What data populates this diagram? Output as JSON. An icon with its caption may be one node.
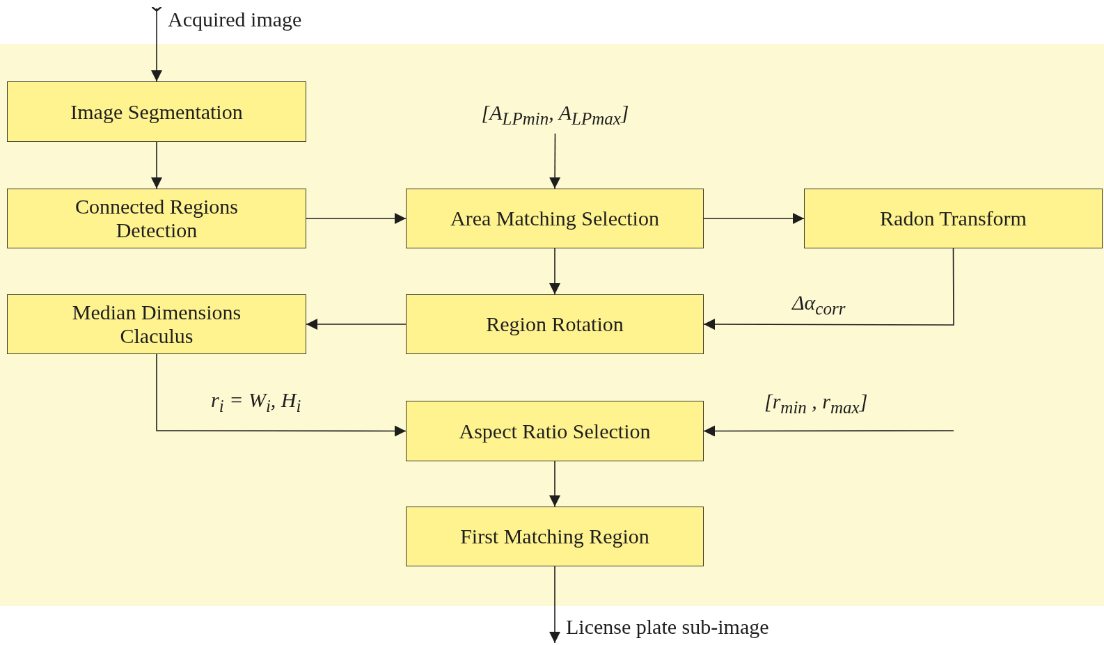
{
  "diagram": {
    "nodes": [
      {
        "text": [
          "Acquired image"
        ]
      },
      {
        "text": [
          "Image Segmentation"
        ]
      },
      {
        "text": [
          "Connected Regions Detection"
        ]
      },
      {
        "text": [
          "[A$_{LPmin}$, A$_{LPmax}$]"
        ]
      },
      {
        "text": [
          "Area Matching Selection"
        ]
      },
      {
        "text": [
          "Radon Transform"
        ]
      },
      {
        "text": [
          "Median Dimensions Claculus"
        ]
      },
      {
        "text": [
          "Region Rotation"
        ]
      },
      {
        "text": [
          "Aspect Ratio Selection"
        ]
      },
      {
        "text": [
          "First Matching Region"
        ]
      },
      {
        "text": [
          "License plate sub-image"
        ]
      }
    ],
    "edges": [
      {
        "from": 0,
        "to": 1,
        "arrow": "to"
      },
      {
        "from": 1,
        "to": 2,
        "arrow": "to"
      },
      {
        "from": 2,
        "to": 4,
        "arrow": "to"
      },
      {
        "from": 3,
        "to": 4,
        "arrow": "to"
      },
      {
        "from": 4,
        "to": 5,
        "arrow": "to"
      },
      {
        "from": 4,
        "to": 7,
        "arrow": "to"
      },
      {
        "from": 5,
        "to": 7,
        "arrow": "to",
        "label": "Δα$_{corr}$"
      },
      {
        "from": 7,
        "to": 6,
        "arrow": "to"
      },
      {
        "from": 6,
        "to": 8,
        "arrow": "to",
        "label": "r$_{i}$ = W$_{i}$, H$_{i}$"
      },
      {
        "from": null,
        "to": 8,
        "arrow": "to",
        "label": "[r$_{min}$ , r$_{max}$]"
      },
      {
        "from": 8,
        "to": 9,
        "arrow": "to"
      },
      {
        "from": 9,
        "to": 10,
        "arrow": "to"
      }
    ]
  }
}
